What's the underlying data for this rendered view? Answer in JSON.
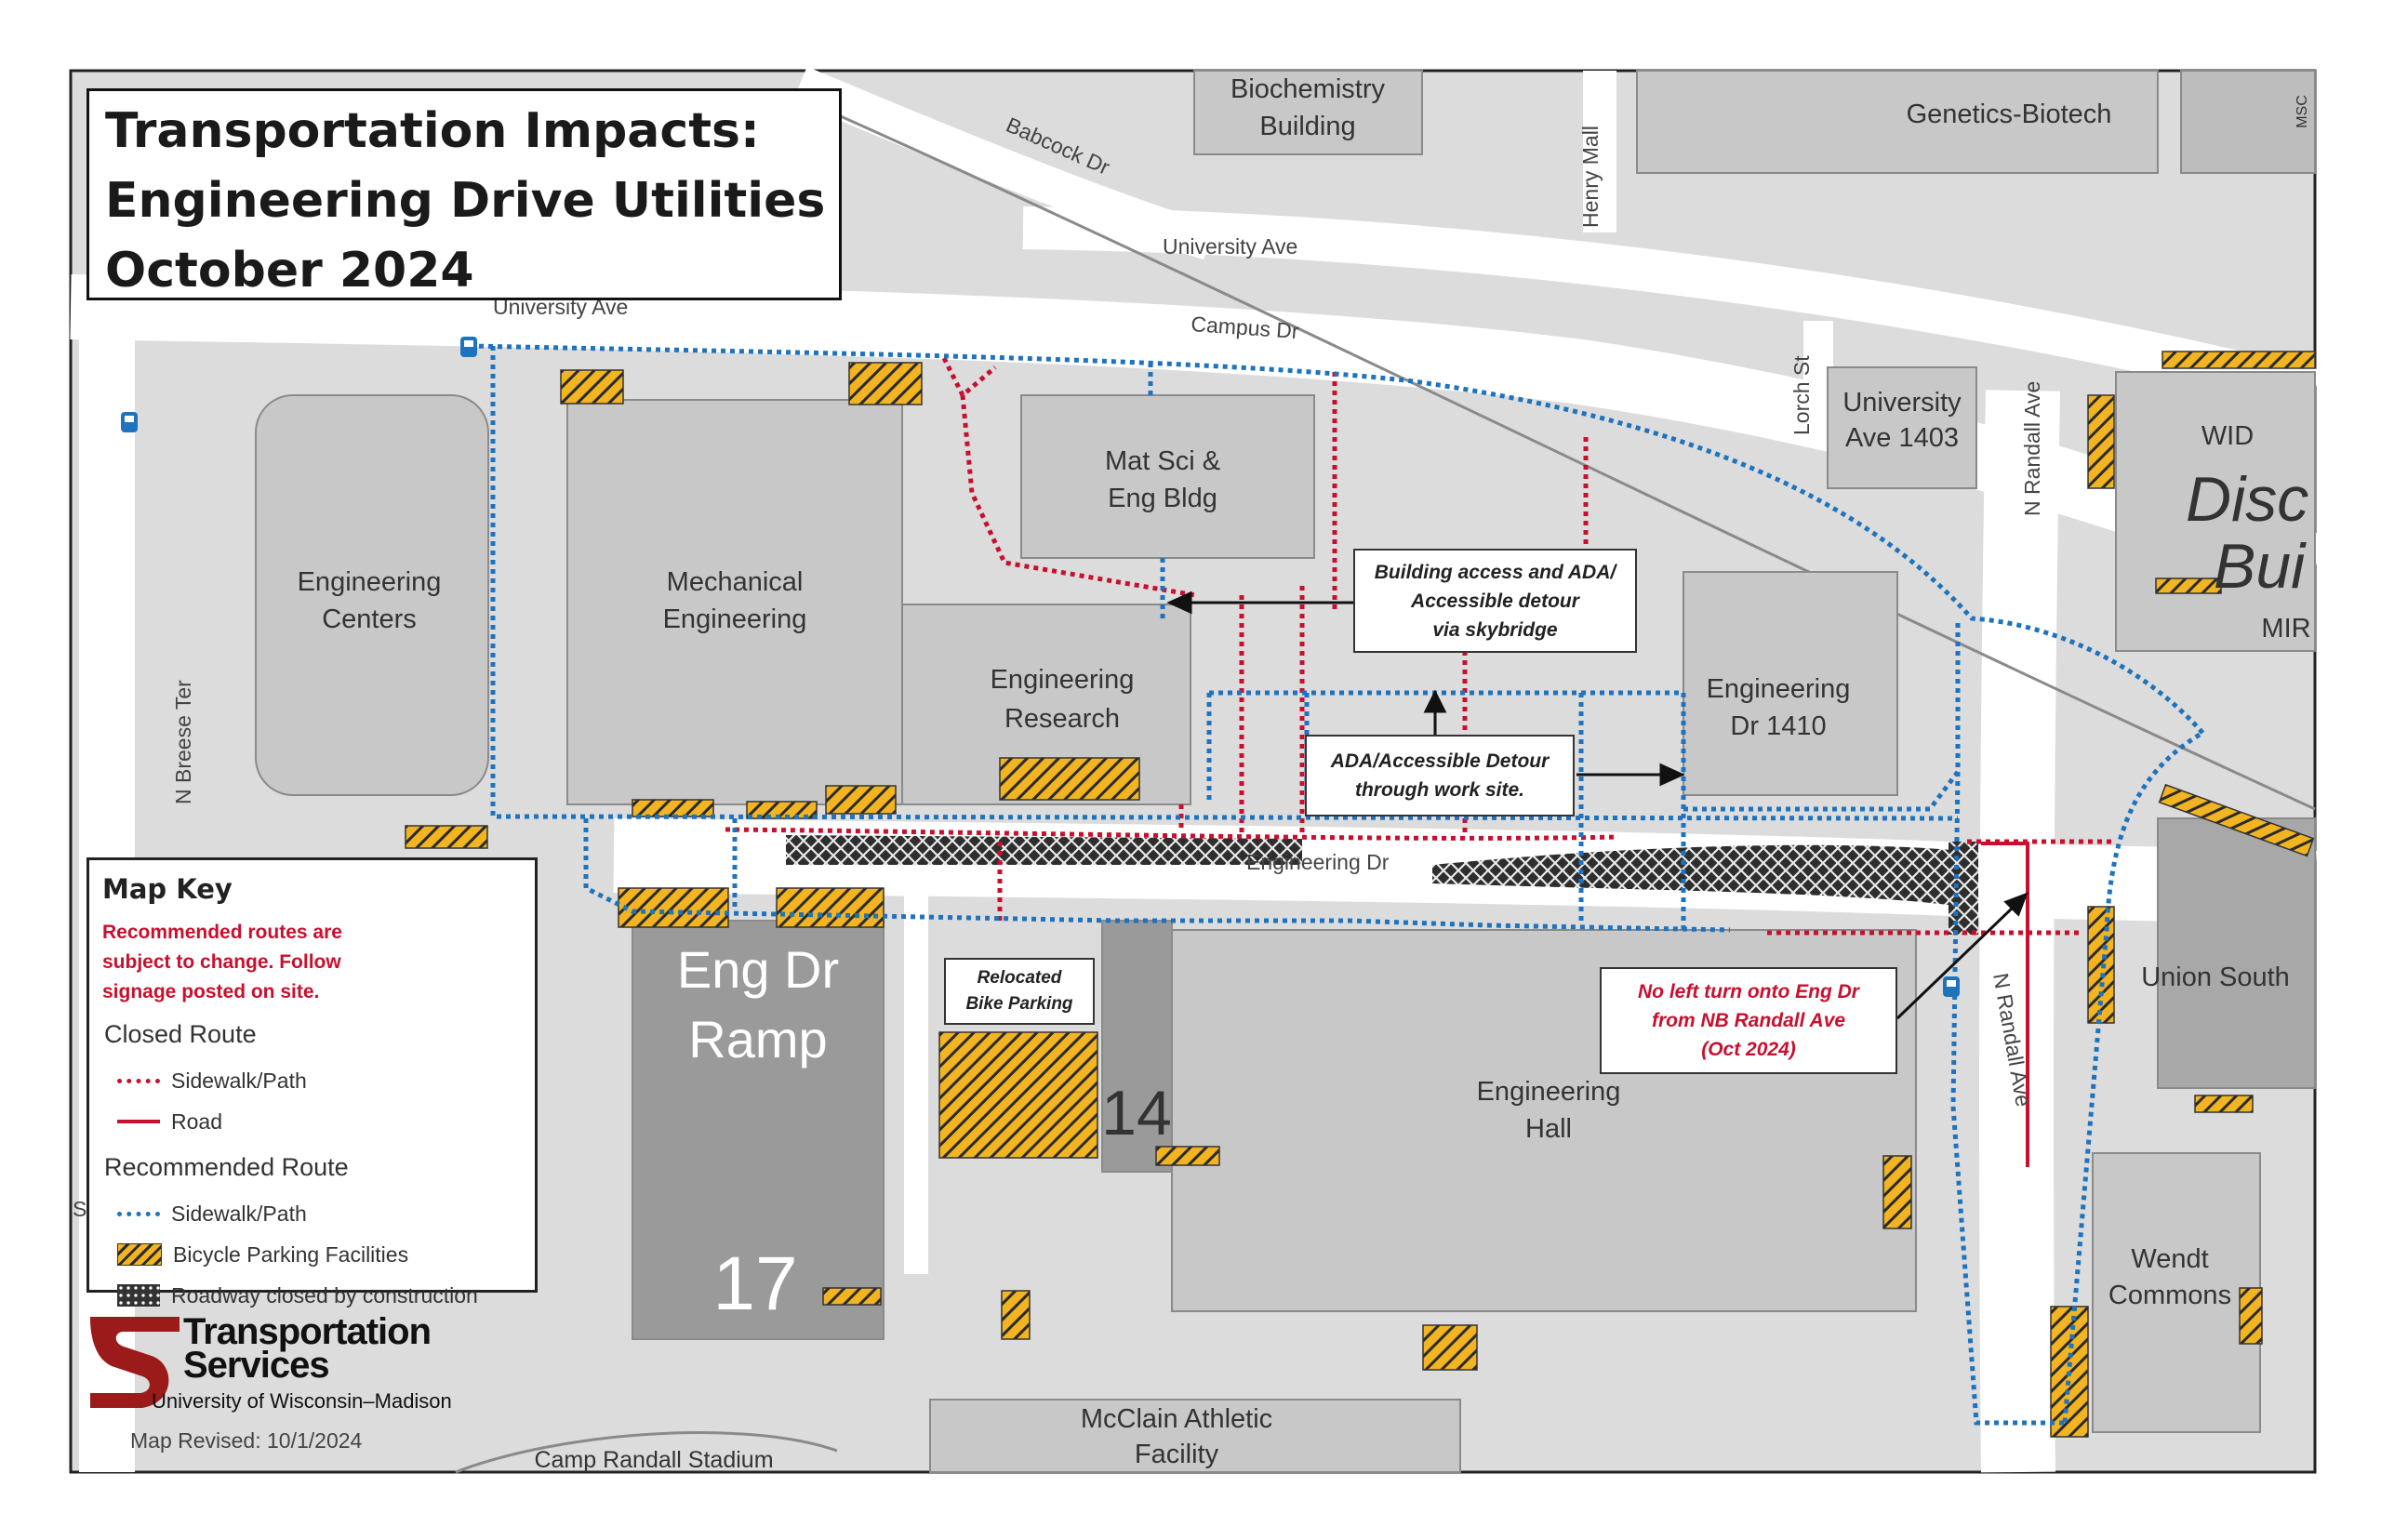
{
  "title": {
    "line1": "Transportation Impacts:",
    "line2": "Engineering Drive Utilities",
    "line3": "October 2024"
  },
  "buildings": {
    "biochemistry": "Biochemistry Building",
    "biochemistry_l1": "Biochemistry",
    "biochemistry_l2": "Building",
    "genetics": "Genetics-Biotech",
    "msc": "MSC",
    "matsci_l1": "Mat Sci &",
    "matsci_l2": "Eng Bldg",
    "univ_ave_l1": "University",
    "univ_ave_l2": "Ave 1403",
    "wid": "WID",
    "disc_l1": "Disc",
    "disc_l2": "Bui",
    "mir": "MIR",
    "eng_centers_l1": "Engineering",
    "eng_centers_l2": "Centers",
    "mech_eng_l1": "Mechanical",
    "mech_eng_l2": "Engineering",
    "eng_research_l1": "Engineering",
    "eng_research_l2": "Research",
    "eng_dr_1410_l1": "Engineering",
    "eng_dr_1410_l2": "Dr 1410",
    "ramp_l1": "Eng Dr",
    "ramp_l2": "Ramp",
    "ramp_number": "17",
    "lot_number": "14",
    "eng_hall_l1": "Engineering",
    "eng_hall_l2": "Hall",
    "union_south": "Union South",
    "wendt_l1": "Wendt",
    "wendt_l2": "Commons",
    "mcclain_l1": "McClain Athletic",
    "mcclain_l2": "Facility",
    "stadium": "Camp Randall Stadium"
  },
  "streets": {
    "babcock": "Babcock Dr",
    "henry_mall": "Henry Mall",
    "university_ave_top": "University Ave",
    "university_ave_left": "University Ave",
    "campus_dr": "Campus Dr",
    "lorch": "Lorch St",
    "randall_top": "N Randall Ave",
    "randall_bottom": "N Randall Ave",
    "breese": "N Breese Ter",
    "engineering_dr": "Engineering Dr",
    "edge_s": "S"
  },
  "callouts": {
    "skybridge_l1": "Building access and ADA/",
    "skybridge_l2": "Accessible detour",
    "skybridge_l3": "via skybridge",
    "worksite_l1": "ADA/Accessible Detour",
    "worksite_l2": "through work site.",
    "bike_l1": "Relocated",
    "bike_l2": "Bike Parking",
    "noleft_l1": "No left turn onto Eng Dr",
    "noleft_l2": "from NB Randall Ave",
    "noleft_l3": "(Oct 2024)"
  },
  "key": {
    "title": "Map Key",
    "note_l1": "Recommended routes are",
    "note_l2": "subject to change. Follow",
    "note_l3": "signage posted on site.",
    "closed_heading": "Closed Route",
    "closed_sidewalk": "Sidewalk/Path",
    "closed_road": "Road",
    "rec_heading": "Recommended Route",
    "rec_sidewalk": "Sidewalk/Path",
    "bike_parking": "Bicycle Parking Facilities",
    "roadway_closed": "Roadway closed by construction"
  },
  "logo": {
    "line1": "Transportation",
    "line2": "Services",
    "line3": "University of Wisconsin–Madison",
    "icon": "uw-transportation-logo-icon"
  },
  "revised": "Map Revised: 10/1/2024",
  "icons": {
    "bus_stop": "bus-stop-icon",
    "bike_parking": "bike-parking-hatch",
    "construction": "construction-crosshatch"
  },
  "colors": {
    "closed_route": "#c8102e",
    "recommended_route": "#1e73be",
    "bike_parking": "#f2b420",
    "building": "#c8c8c8",
    "parking_structure": "#9a9a9a",
    "ground": "#dcdcdc"
  }
}
